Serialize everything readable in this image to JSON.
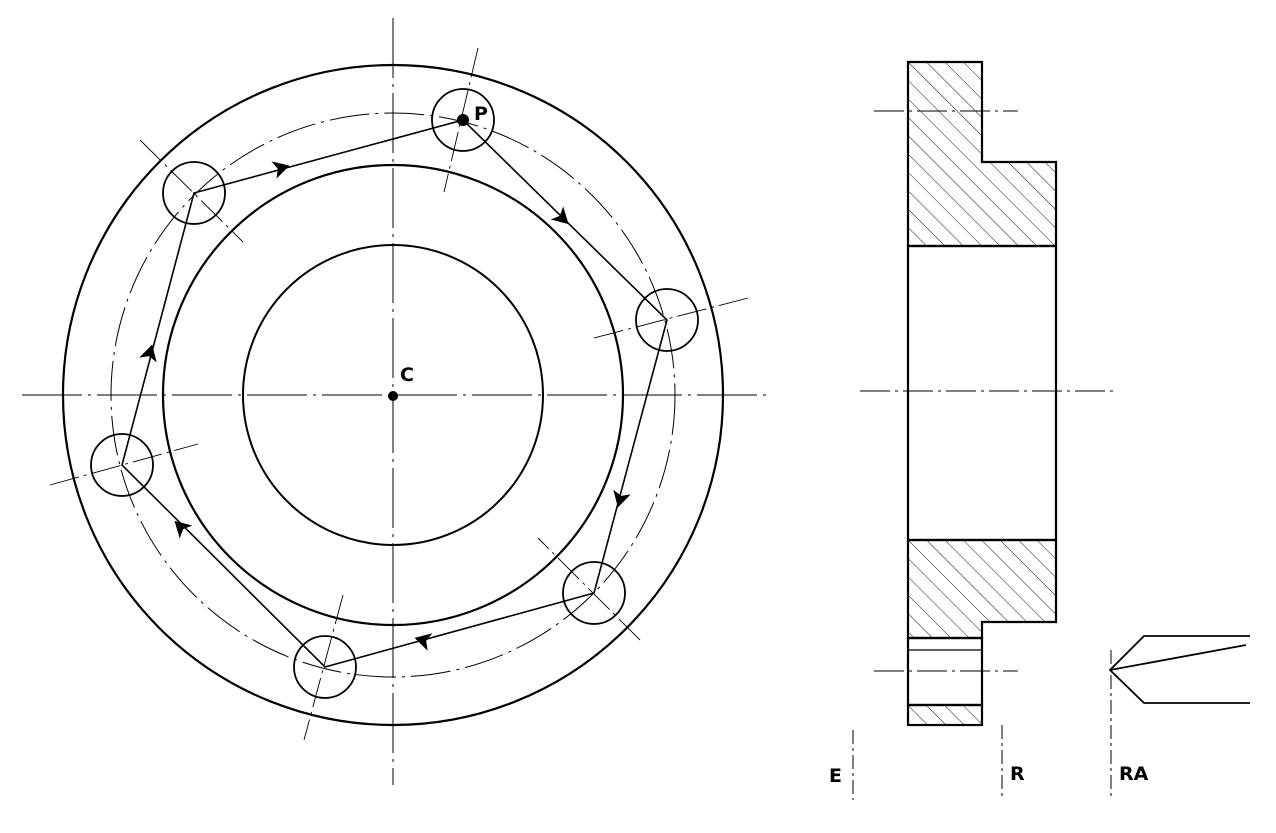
{
  "labels": {
    "center": "C",
    "hole": "P",
    "face_e": "E",
    "face_r": "R",
    "face_ra": "RA"
  },
  "colors": {
    "ink": "#000000",
    "paper": "#ffffff"
  },
  "icons": {
    "path_arrow": "arrow-icon",
    "tool_tip": "drill-tool-icon"
  }
}
